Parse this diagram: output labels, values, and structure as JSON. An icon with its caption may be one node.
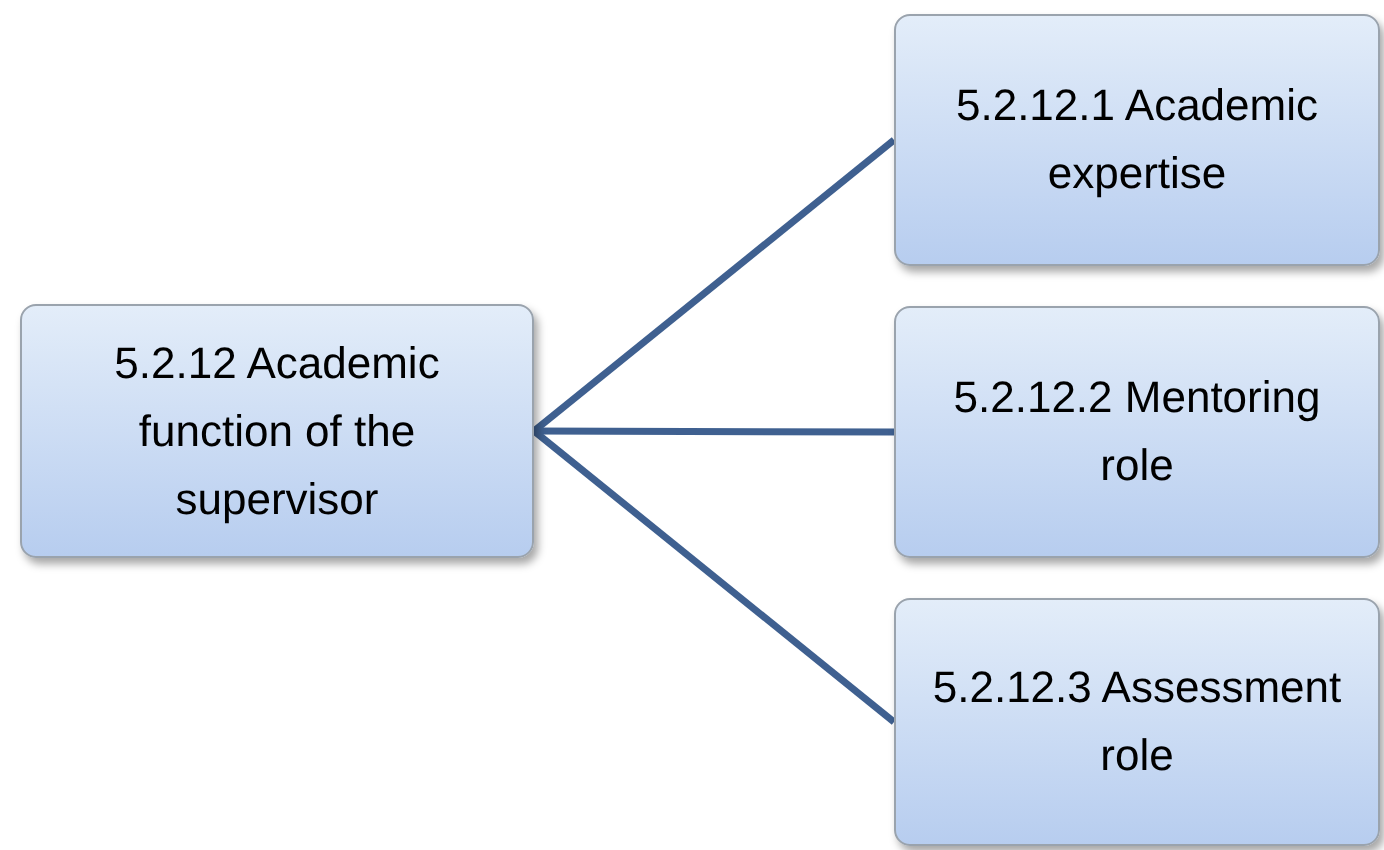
{
  "diagram": {
    "nodes": [
      {
        "text": [
          "5.2.12 Academic function of the supervisor"
        ]
      },
      {
        "text": [
          "5.2.12.1 Academic expertise"
        ]
      },
      {
        "text": [
          "5.2.12.2 Mentoring role"
        ]
      },
      {
        "text": [
          "5.2.12.3 Assessment role"
        ]
      }
    ],
    "edges": [
      {
        "from": 0,
        "to": 1,
        "arrow": "none"
      },
      {
        "from": 0,
        "to": 2,
        "arrow": "none"
      },
      {
        "from": 0,
        "to": 3,
        "arrow": "none"
      }
    ]
  }
}
